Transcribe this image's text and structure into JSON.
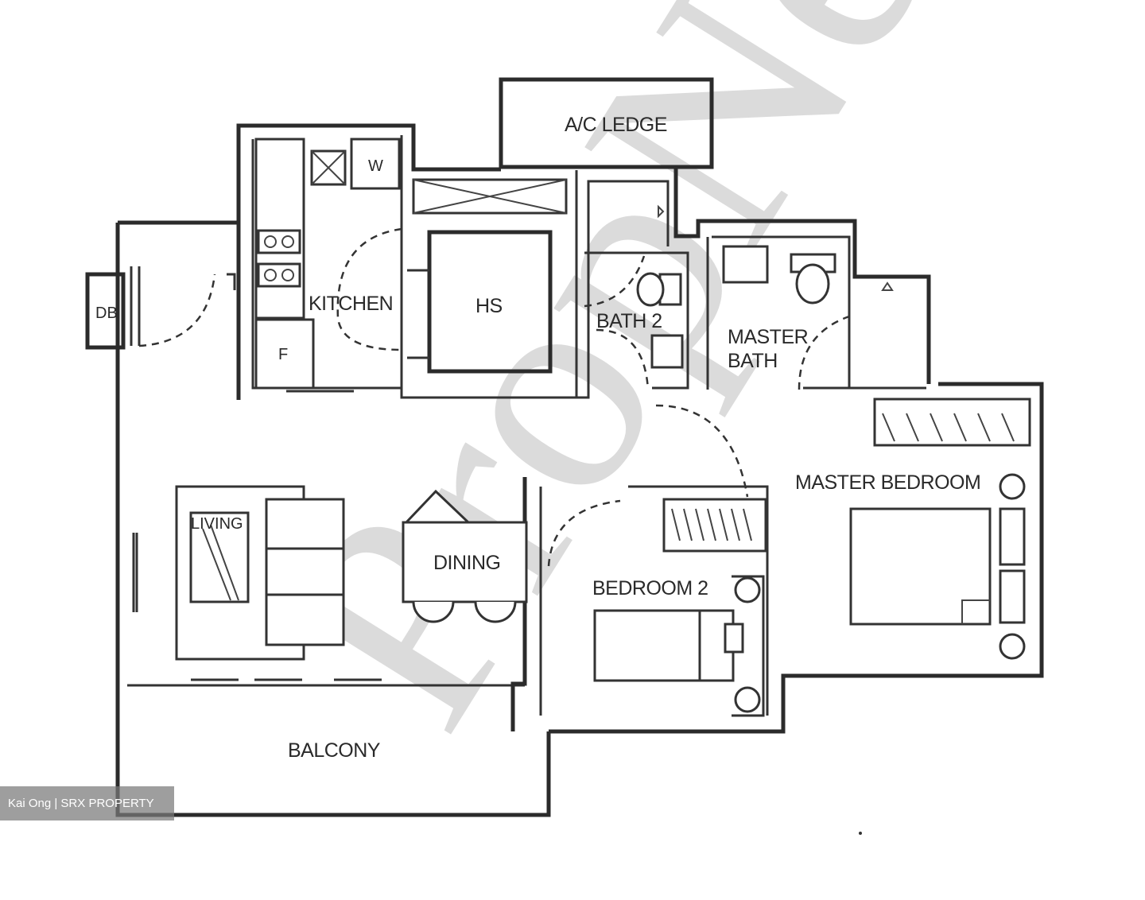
{
  "rooms": {
    "ac_ledge": "A/C LEDGE",
    "kitchen": "KITCHEN",
    "household_shelter": "HS",
    "bath_2": "BATH 2",
    "master_bath_line1": "MASTER",
    "master_bath_line2": "BATH",
    "db": "DB",
    "washer": "W",
    "fridge": "F",
    "dining": "DINING",
    "bedroom_2": "BEDROOM 2",
    "master_bedroom": "MASTER BEDROOM",
    "living": "LIVING",
    "balcony": "BALCONY"
  },
  "watermark": "PropNex",
  "credit": "Kai Ong | SRX PROPERTY",
  "colors": {
    "wall": "#2b2b2b",
    "watermark": "#bdbdbd",
    "credit_bg": "#787878"
  }
}
